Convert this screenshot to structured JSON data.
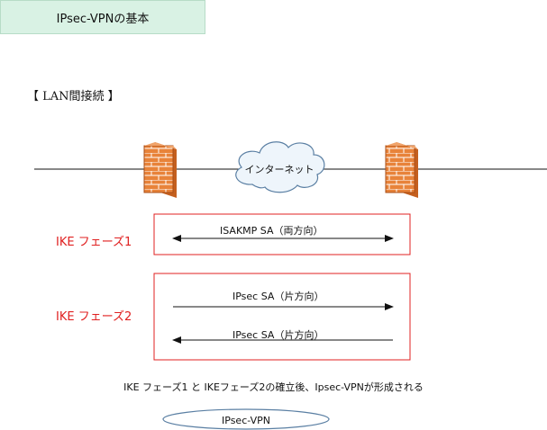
{
  "header": {
    "title": "IPsec-VPNの基本"
  },
  "section": {
    "label": "【 LAN間接続 】"
  },
  "network": {
    "cloud_label": "インターネット"
  },
  "phase1": {
    "label": "IKE フェーズ1",
    "arrow_label": "ISAKMP SA（両方向）"
  },
  "phase2": {
    "label": "IKE フェーズ2",
    "arrow_top_label": "IPsec SA（片方向）",
    "arrow_bottom_label": "IPsec SA（片方向）"
  },
  "footnote": "IKE フェーズ1 と IKEフェーズ2の確立後、Ipsec-VPNが形成される",
  "vpn": {
    "label": "IPsec-VPN"
  },
  "colors": {
    "phase_accent": "#e02020",
    "firewall_fill": "#e8833a",
    "title_bg": "#d9f2e4",
    "cloud_fill": "#eef5fb"
  }
}
